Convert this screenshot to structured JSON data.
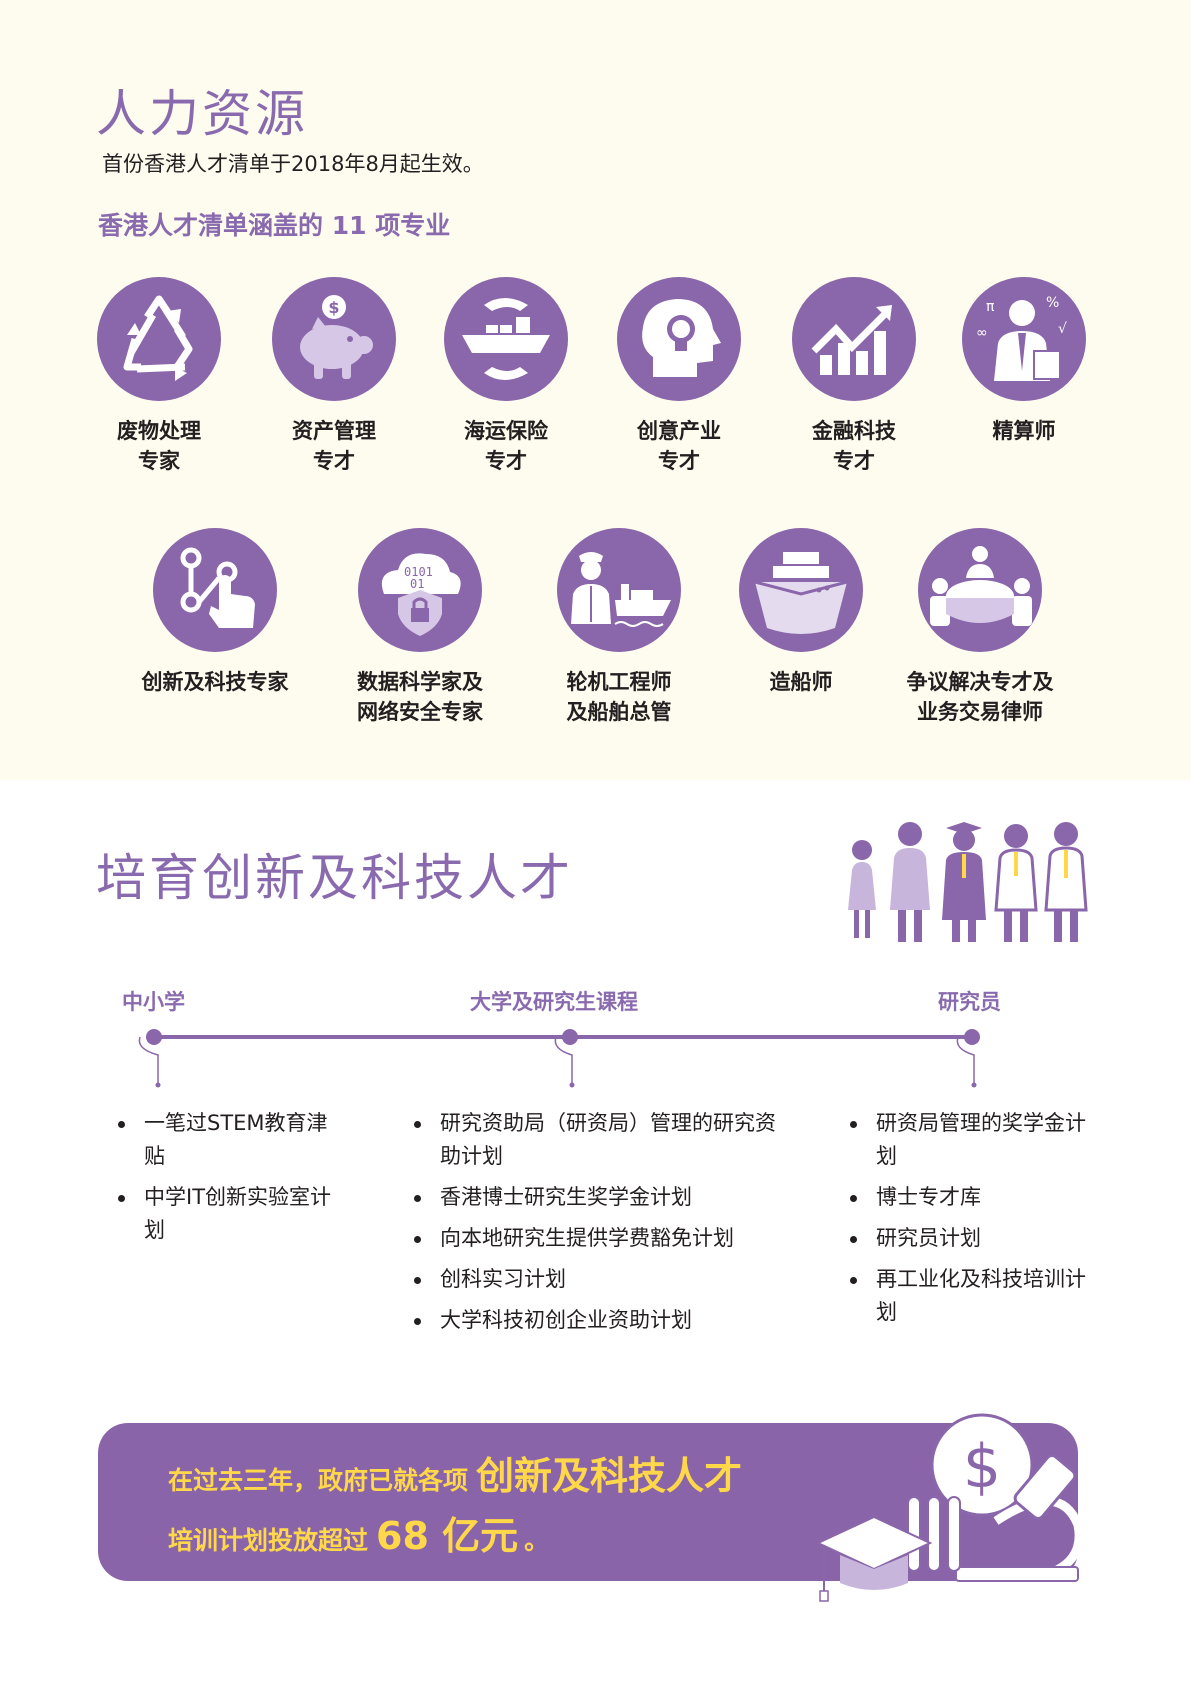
{
  "section1": {
    "title": "人力资源",
    "intro": "首份香港人才清单于2018年8月起生效。",
    "subtitle": "香港人才清单涵盖的 11 项专业",
    "professions": [
      {
        "line1": "废物处理",
        "line2": "专家",
        "icon": "recycle-icon"
      },
      {
        "line1": "资产管理",
        "line2": "专才",
        "icon": "piggy-bank-icon"
      },
      {
        "line1": "海运保险",
        "line2": "专才",
        "icon": "cargo-ship-icon"
      },
      {
        "line1": "创意产业",
        "line2": "专才",
        "icon": "lightbulb-head-icon"
      },
      {
        "line1": "金融科技",
        "line2": "专才",
        "icon": "growth-chart-icon"
      },
      {
        "line1": "精算师",
        "line2": "",
        "icon": "actuary-icon"
      },
      {
        "line1": "创新及科技专家",
        "line2": "",
        "icon": "touch-network-icon"
      },
      {
        "line1": "数据科学家及",
        "line2": "网络安全专家",
        "icon": "cloud-lock-icon"
      },
      {
        "line1": "轮机工程师",
        "line2": "及船舶总管",
        "icon": "marine-engineer-icon"
      },
      {
        "line1": "造船师",
        "line2": "",
        "icon": "ship-bow-icon"
      },
      {
        "line1": "争议解决专才及",
        "line2": "业务交易律师",
        "icon": "meeting-table-icon"
      }
    ]
  },
  "section2": {
    "title": "培育创新及科技人才",
    "stages": [
      {
        "label": "中小学",
        "items": [
          "一笔过STEM教育津贴",
          "中学IT创新实验室计划"
        ]
      },
      {
        "label": "大学及研究生课程",
        "items": [
          "研究资助局（研资局）管理的研究资助计划",
          "香港博士研究生奖学金计划",
          "向本地研究生提供学费豁免计划",
          "创科实习计划",
          "大学科技初创企业资助计划"
        ]
      },
      {
        "label": "研究员",
        "items": [
          "研资局管理的奖学金计划",
          "博士专才库",
          "研究员计划",
          "再工业化及科技培训计划"
        ]
      }
    ]
  },
  "banner": {
    "line1_prefix": "在过去三年，政府已就各项",
    "line1_highlight": "创新及科技人才",
    "line2_prefix": "培训计划投放超过",
    "line2_highlight": "68 亿元",
    "line2_suffix": "。"
  },
  "colors": {
    "purple": "#8a66aa",
    "light_purple": "#c8b5dc",
    "yellow": "#ffd84a",
    "cream": "#fdfcef"
  }
}
